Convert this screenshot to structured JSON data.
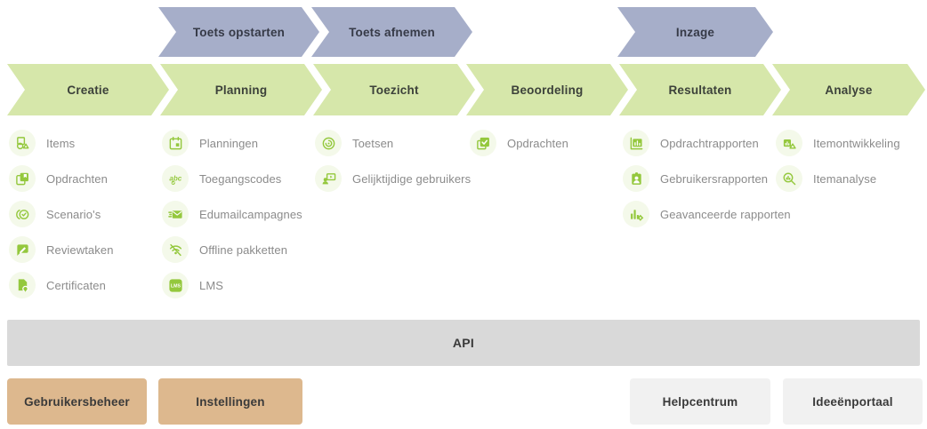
{
  "colors": {
    "top_phase_bg": "#a6aec9",
    "main_phase_bg": "#d6e7aa",
    "icon_green": "#94c83d",
    "icon_circle_bg": "#f4f9ea",
    "api_bar_bg": "#d9d9d9",
    "admin_button_bg": "#ddb88e",
    "support_button_bg": "#f1f1f1",
    "item_label_text": "#8b8b8b",
    "dark_text": "#3a3a3a"
  },
  "top_phases": [
    {
      "label": "Toets opstarten"
    },
    {
      "label": "Toets afnemen"
    },
    {
      "label": "Inzage"
    }
  ],
  "phases": [
    {
      "label": "Creatie",
      "items": [
        {
          "icon": "items-icon",
          "label": "Items"
        },
        {
          "icon": "opdrachten-copy-icon",
          "label": "Opdrachten"
        },
        {
          "icon": "scenarios-circles-icon",
          "label": "Scenario's"
        },
        {
          "icon": "review-bubble-pen-icon",
          "label": "Reviewtaken"
        },
        {
          "icon": "certificate-document-icon",
          "label": "Certificaten"
        }
      ]
    },
    {
      "label": "Planning",
      "items": [
        {
          "icon": "calendar-icon",
          "label": "Planningen"
        },
        {
          "icon": "abc-check-icon",
          "label": "Toegangscodes"
        },
        {
          "icon": "mail-send-icon",
          "label": "Edumailcampagnes"
        },
        {
          "icon": "wifi-off-icon",
          "label": "Offline pakketten"
        },
        {
          "icon": "lms-icon",
          "label": "LMS"
        }
      ]
    },
    {
      "label": "Toezicht",
      "items": [
        {
          "icon": "target-icon",
          "label": "Toetsen"
        },
        {
          "icon": "user-monitor-icon",
          "label": "Gelijktijdige gebruikers"
        }
      ]
    },
    {
      "label": "Beoordeling",
      "items": [
        {
          "icon": "check-square-icon",
          "label": "Opdrachten"
        }
      ]
    },
    {
      "label": "Resultaten",
      "items": [
        {
          "icon": "chart-report-icon",
          "label": "Opdrachtrapporten"
        },
        {
          "icon": "user-badge-icon",
          "label": "Gebruikersrapporten"
        },
        {
          "icon": "chart-gear-icon",
          "label": "Geavanceerde rapporten"
        }
      ]
    },
    {
      "label": "Analyse",
      "items": [
        {
          "icon": "shapes-chart-icon",
          "label": "Itemontwikkeling"
        },
        {
          "icon": "magnifier-chart-icon",
          "label": "Itemanalyse"
        }
      ]
    }
  ],
  "api_bar": {
    "label": "API"
  },
  "footer": {
    "gebruikersbeheer": "Gebruikersbeheer",
    "instellingen": "Instellingen",
    "helpcentrum": "Helpcentrum",
    "ideeenportaal": "Ideeënportaal"
  }
}
